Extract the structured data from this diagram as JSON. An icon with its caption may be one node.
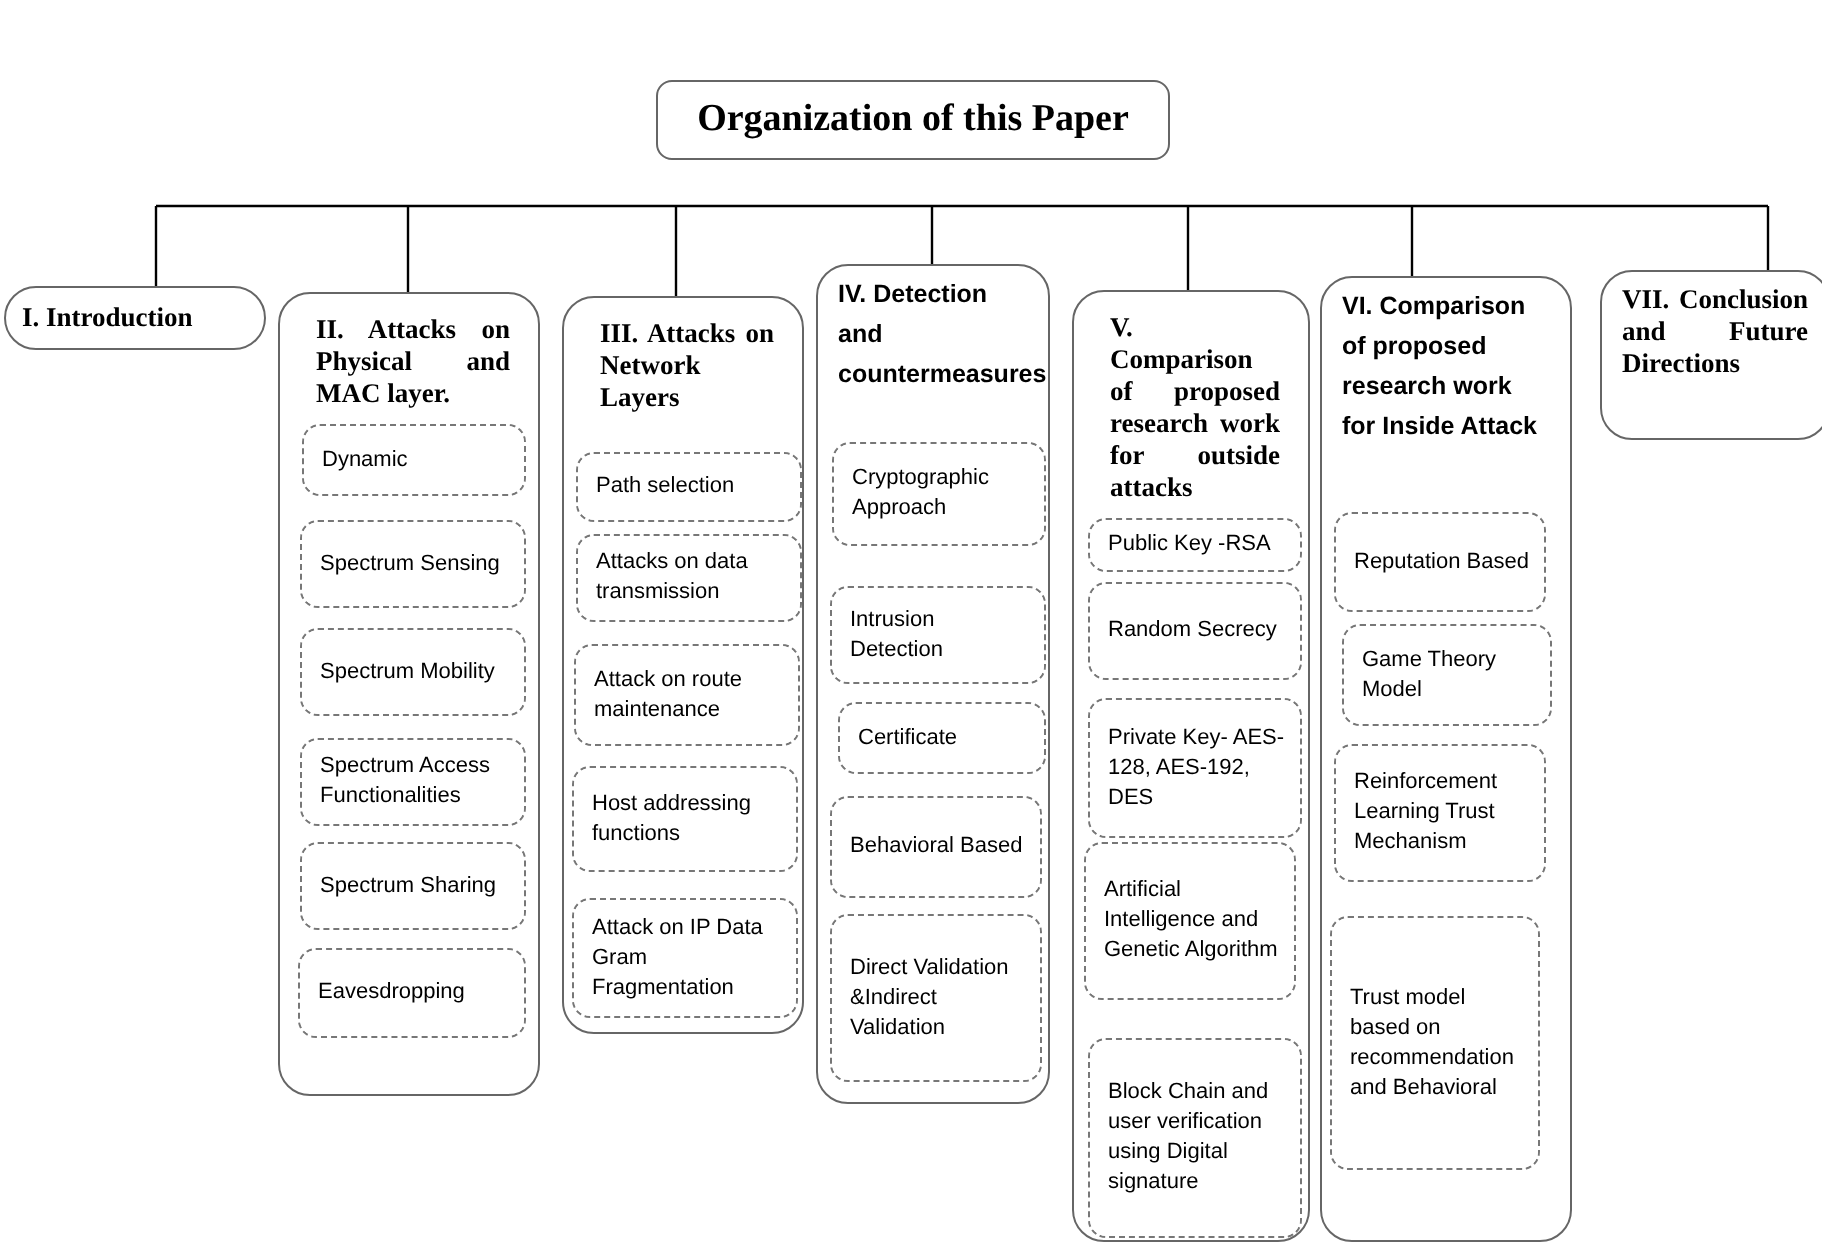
{
  "diagram": {
    "nodes": [
      {
        "text": [
          "Organization of this Paper"
        ]
      },
      {
        "text": [
          "I. Introduction"
        ]
      },
      {
        "text": [
          "II. Attacks on Physical and MAC layer."
        ]
      },
      {
        "text": [
          "Dynamic"
        ],
        "in": 2
      },
      {
        "text": [
          "Spectrum Sensing"
        ],
        "in": 2
      },
      {
        "text": [
          "Spectrum Mobility"
        ],
        "in": 2
      },
      {
        "text": [
          "Spectrum Access Functionalities"
        ],
        "in": 2
      },
      {
        "text": [
          "Spectrum Sharing"
        ],
        "in": 2
      },
      {
        "text": [
          "Eavesdropping"
        ],
        "in": 2
      },
      {
        "text": [
          "III. Attacks on Network Layers"
        ]
      },
      {
        "text": [
          "Path selection"
        ],
        "in": 9
      },
      {
        "text": [
          "Attacks on data transmission"
        ],
        "in": 9
      },
      {
        "text": [
          "Attack on route maintenance"
        ],
        "in": 9
      },
      {
        "text": [
          "Host addressing functions"
        ],
        "in": 9
      },
      {
        "text": [
          "Attack on IP Data Gram Fragmentation"
        ],
        "in": 9
      },
      {
        "text": [
          "IV. Detection and countermeasures"
        ]
      },
      {
        "text": [
          "Cryptographic Approach"
        ],
        "in": 15
      },
      {
        "text": [
          "Intrusion Detection"
        ],
        "in": 15
      },
      {
        "text": [
          "Certificate"
        ],
        "in": 15
      },
      {
        "text": [
          "Behavioral Based"
        ],
        "in": 15
      },
      {
        "text": [
          "Direct Validation &Indirect Validation"
        ],
        "in": 15
      },
      {
        "text": [
          "V. Comparison of proposed research work for outside attacks"
        ]
      },
      {
        "text": [
          "Public Key -RSA"
        ],
        "in": 21
      },
      {
        "text": [
          "Random Secrecy"
        ],
        "in": 21
      },
      {
        "text": [
          "Private Key- AES-128, AES-192, DES"
        ],
        "in": 21
      },
      {
        "text": [
          "Artificial Intelligence and Genetic Algorithm"
        ],
        "in": 21
      },
      {
        "text": [
          "Block Chain and user verification using Digital signature"
        ],
        "in": 21
      },
      {
        "text": [
          "VI. Comparison of proposed research work for Inside Attack"
        ]
      },
      {
        "text": [
          "Reputation Based"
        ],
        "in": 27
      },
      {
        "text": [
          "Game Theory Model"
        ],
        "in": 27
      },
      {
        "text": [
          "Reinforcement Learning Trust Mechanism"
        ],
        "in": 27
      },
      {
        "text": [
          "Trust model based on recommendation and Behavioral"
        ],
        "in": 27
      },
      {
        "text": [
          "VII. Conclusion and Future Directions"
        ]
      }
    ],
    "edges": [
      {
        "from": null,
        "to": 1,
        "arrow": "none"
      },
      {
        "from": null,
        "to": 2,
        "arrow": "none"
      },
      {
        "from": null,
        "to": 9,
        "arrow": "none"
      },
      {
        "from": null,
        "to": 15,
        "arrow": "none"
      },
      {
        "from": null,
        "to": 21,
        "arrow": "none"
      },
      {
        "from": null,
        "to": 27,
        "arrow": "none"
      },
      {
        "from": null,
        "to": 32,
        "arrow": "none"
      }
    ]
  }
}
